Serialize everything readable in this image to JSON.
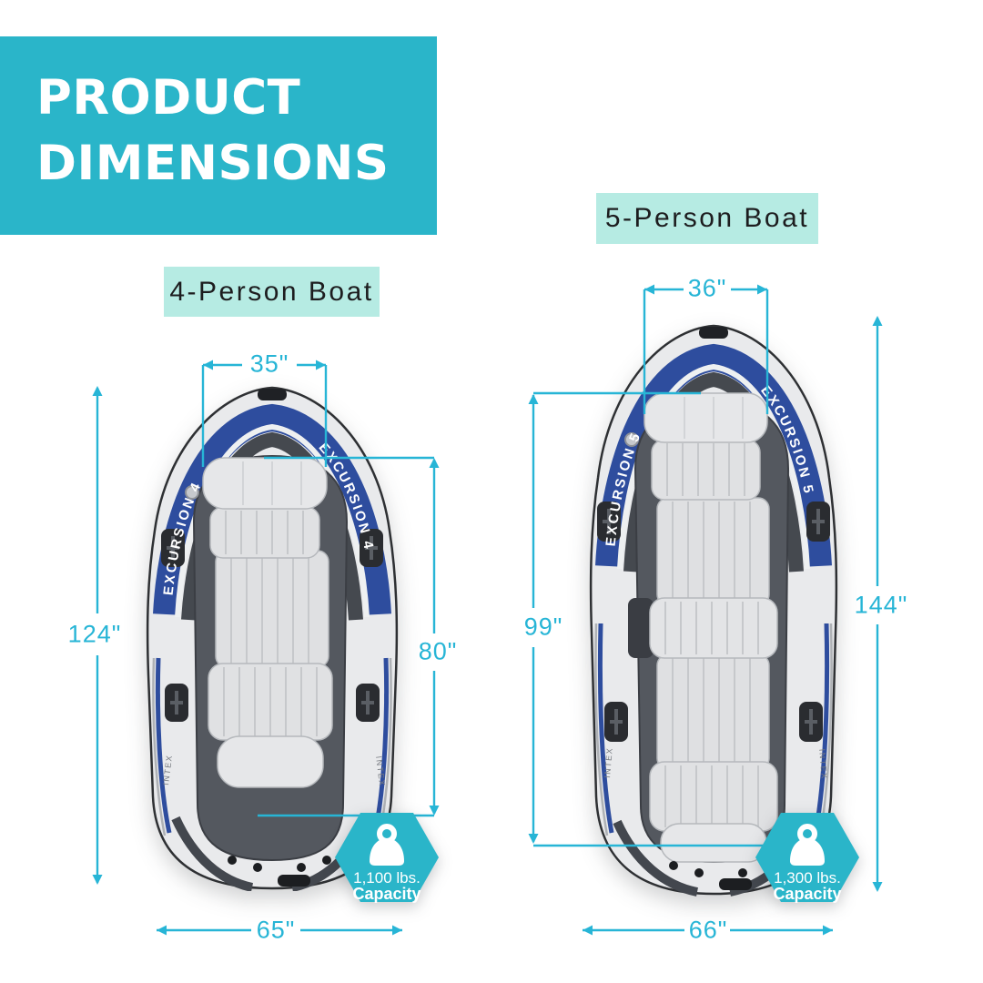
{
  "title": {
    "line1": "PRODUCT",
    "line2": "DIMENSIONS"
  },
  "boat4": {
    "label": "4-Person Boat",
    "name": "EXCURSION 4",
    "brand": "INTEX",
    "dim_top_width": "35\"",
    "dim_length": "124\"",
    "dim_inner_length": "80\"",
    "dim_bottom_width": "65\"",
    "capacity_value": "1,100 lbs.",
    "capacity_label": "Capacity"
  },
  "boat5": {
    "label": "5-Person Boat",
    "name": "EXCURSION 5",
    "brand": "INTEX",
    "dim_top_width": "36\"",
    "dim_inner_length": "99\"",
    "dim_length": "144\"",
    "dim_bottom_width": "66\"",
    "capacity_value": "1,300 lbs.",
    "capacity_label": "Capacity"
  },
  "colors": {
    "accent_teal": "#2ab5c9",
    "dimension_cyan": "#27b5d6",
    "chip_mint": "#b6ebe3",
    "boat_blue": "#2e4d9e",
    "boat_grey": "#e9eaec"
  }
}
